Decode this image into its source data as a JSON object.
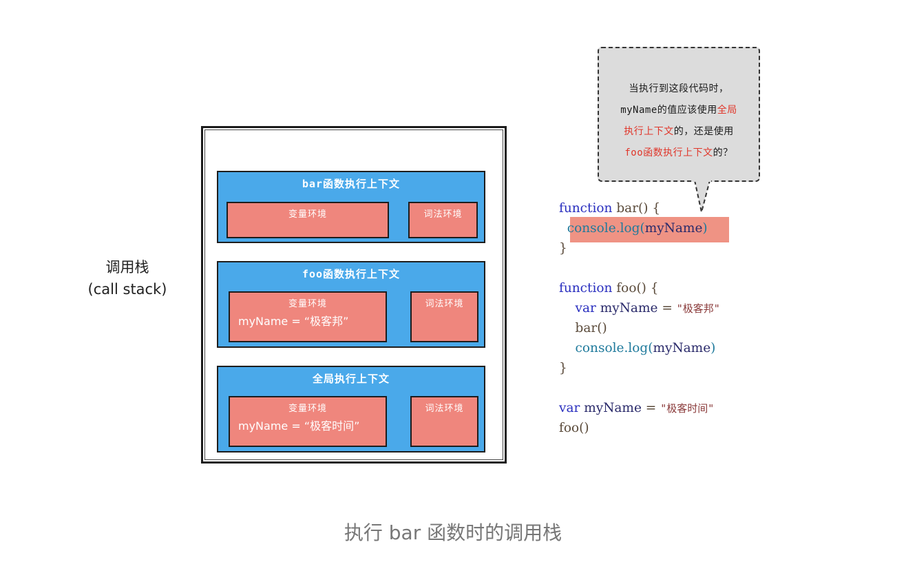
{
  "stack_label": {
    "line1": "调用栈",
    "line2": "(call stack)"
  },
  "contexts": [
    {
      "title": "bar函数执行上下文",
      "variable_env": {
        "title": "变量环境",
        "value": ""
      },
      "lexical_env": {
        "title": "词法环境"
      }
    },
    {
      "title": "foo函数执行上下文",
      "variable_env": {
        "title": "变量环境",
        "value": "myName = “极客邦”"
      },
      "lexical_env": {
        "title": "词法环境"
      }
    },
    {
      "title": "全局执行上下文",
      "variable_env": {
        "title": "变量环境",
        "value": "myName = “极客时间”"
      },
      "lexical_env": {
        "title": "词法环境"
      }
    }
  ],
  "code": {
    "l1_kw": "function",
    "l1_rest": " bar() {",
    "l2_obj": "console",
    "l2_method": ".log(",
    "l2_arg": "myName",
    "l2_end": ")",
    "l3": "}",
    "l5_kw": "function",
    "l5_rest": " foo() {",
    "l6_kw": "var",
    "l6_id": " myName",
    "l6_eq": " = ",
    "l6_str": "\"极客邦\"",
    "l7": "bar()",
    "l8_obj": "console",
    "l8_method": ".log(",
    "l8_arg": "myName",
    "l8_end": ")",
    "l9": "}",
    "l11_kw": "var",
    "l11_id": " myName",
    "l11_eq": " = ",
    "l11_str": "\"极客时间\"",
    "l12": "foo()"
  },
  "bubble": {
    "line1": "当执行到这段代码时，",
    "line2_a": "myName的值应该使用",
    "line2_b": "全局",
    "line3_a": "执行上下文",
    "line3_b": "的，还是使用",
    "line4_a": "foo函数执行上下文",
    "line4_b": "的？"
  },
  "caption": "执行 bar 函数时的调用栈",
  "colors": {
    "context_fill": "#4aa9ea",
    "env_fill": "#ef867d",
    "highlight": "#ef9384",
    "bubble_fill": "#dcdcdc",
    "emphasis_text": "#e0362a"
  }
}
